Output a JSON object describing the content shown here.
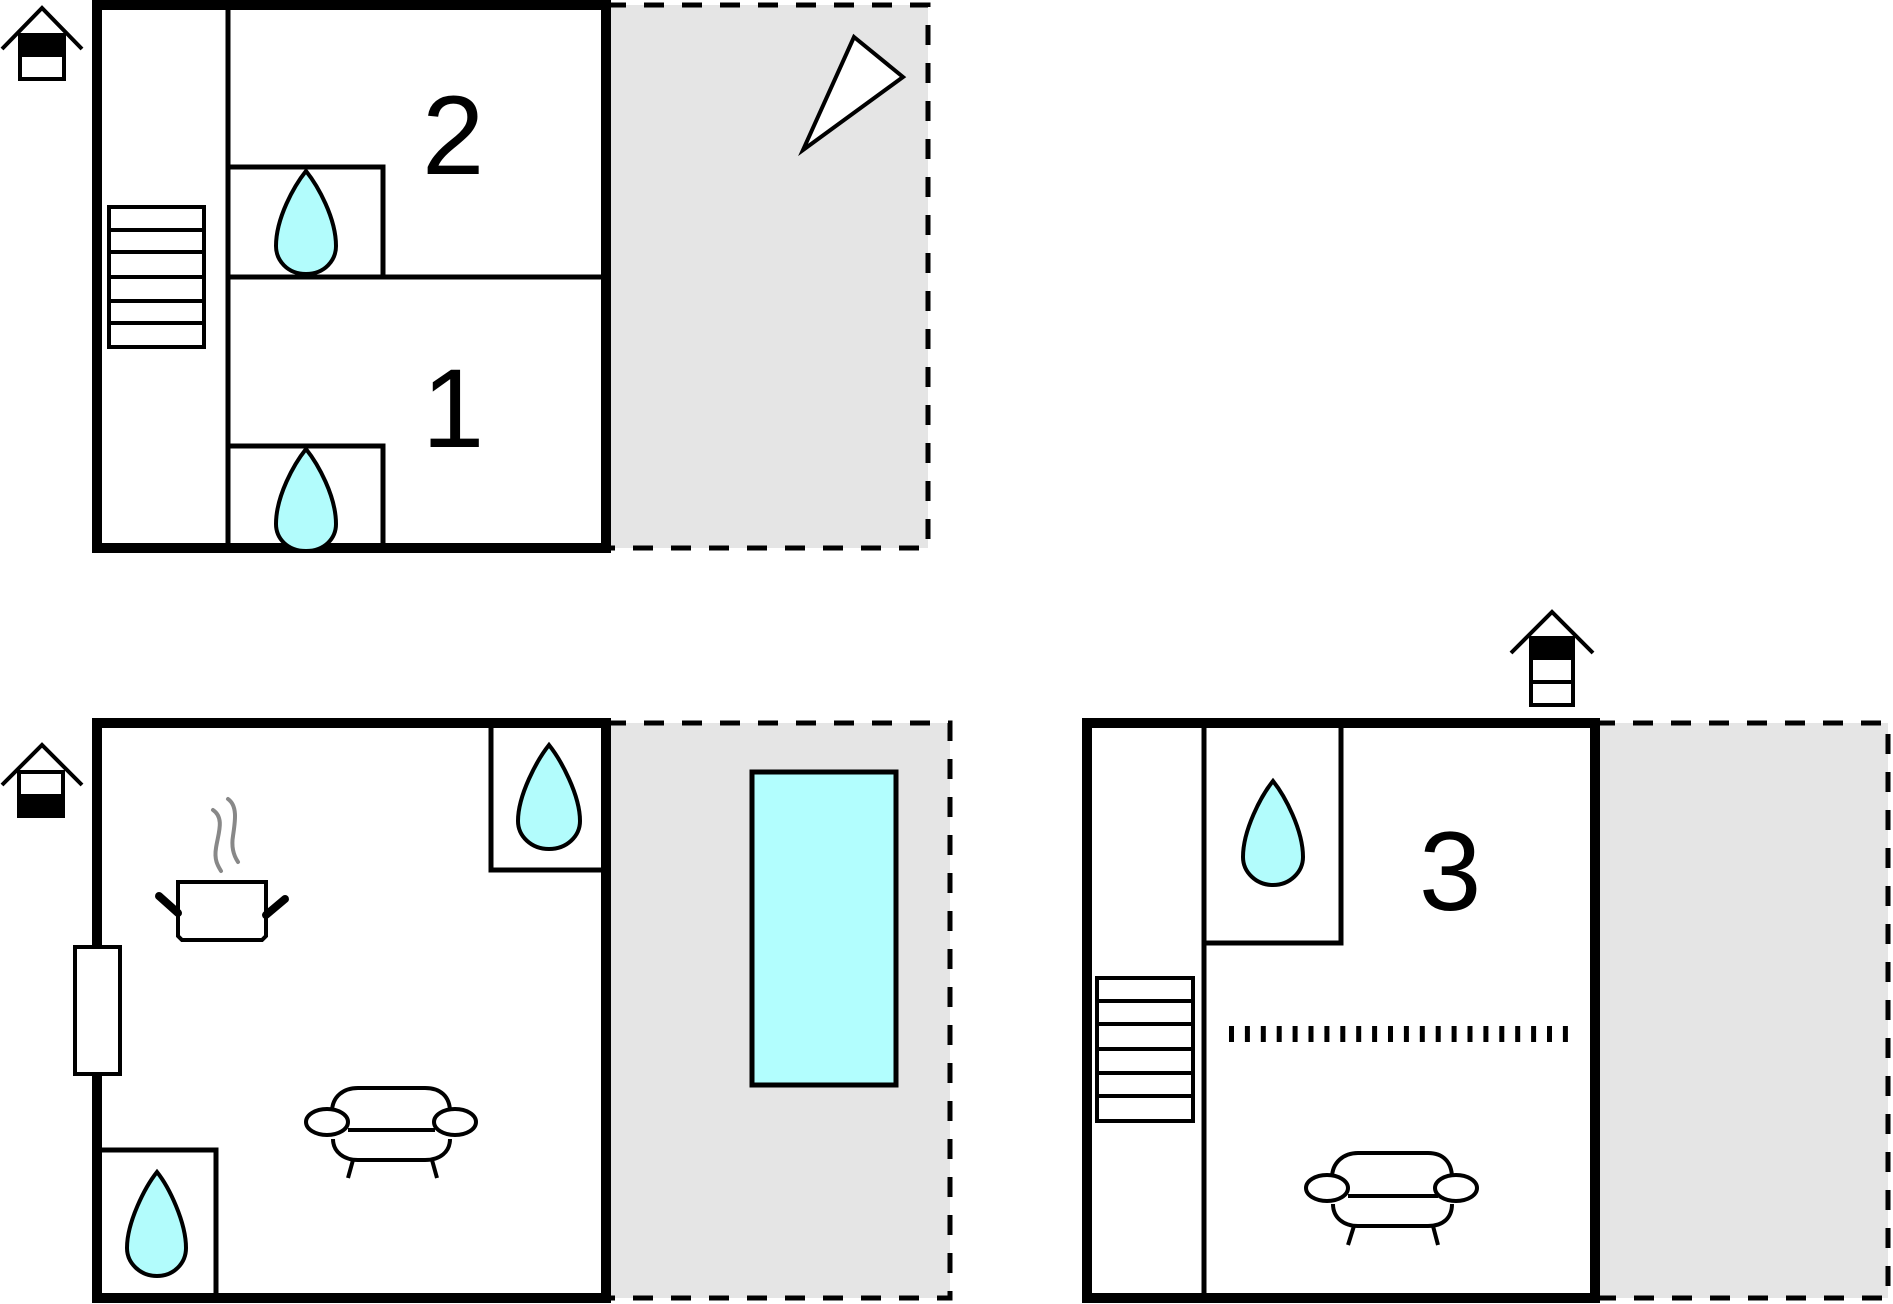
{
  "diagram": {
    "type": "floor-plan",
    "colors": {
      "wall": "#000000",
      "terrace_fill": "#e5e5e5",
      "water_fill": "#b2fcfc",
      "steam": "#888888",
      "background": "#ffffff"
    },
    "floors": [
      {
        "name": "upper-floor",
        "level_icon": "house-level-top",
        "rooms": [
          {
            "label": "2",
            "type": "bedroom",
            "has_bathroom": true
          },
          {
            "label": "1",
            "type": "bedroom",
            "has_bathroom": true
          }
        ],
        "features": [
          "staircase",
          "terrace",
          "compass-triangle"
        ]
      },
      {
        "name": "ground-floor",
        "level_icon": "house-level-bottom",
        "rooms": [
          {
            "label": "",
            "type": "kitchen-living",
            "has_bathroom": true
          }
        ],
        "features": [
          "bathroom",
          "bathroom",
          "entrance-door",
          "kitchen-pot",
          "sofa",
          "terrace",
          "swimming-pool"
        ]
      },
      {
        "name": "top-floor",
        "level_icon": "house-level-top-of-three",
        "rooms": [
          {
            "label": "3",
            "type": "bedroom",
            "has_bathroom": true
          }
        ],
        "features": [
          "staircase",
          "bathroom",
          "dotted-partition",
          "sofa",
          "terrace"
        ]
      }
    ]
  }
}
